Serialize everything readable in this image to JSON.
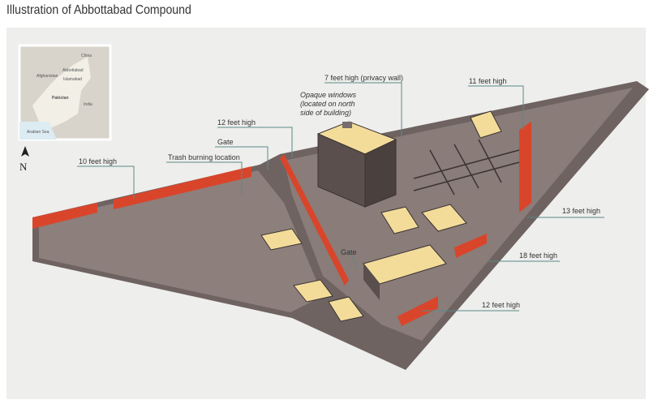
{
  "title": "Illustration of Abbottabad Compound",
  "map": {
    "labels": [
      "China",
      "Afghanistan",
      "Abbottabad",
      "Islamabad",
      "Pakistan",
      "India",
      "Arabian Sea"
    ]
  },
  "compass": "N",
  "callouts": {
    "privacy_wall": "7 feet high (privacy wall)",
    "windows_1": "Opaque windows",
    "windows_2": "(located on north",
    "windows_3": "side of building)",
    "wall_11": "11 feet high",
    "wall_12_top": "12 feet high",
    "gate_top": "Gate",
    "trash": "Trash burning location",
    "wall_10": "10 feet high",
    "wall_13": "13 feet high",
    "gate_bottom": "Gate",
    "wall_18": "18 feet high",
    "wall_12_bottom": "12 feet high"
  },
  "colors": {
    "wall_highlight": "#d9452b",
    "ground": "#8a7b78",
    "building_roof": "#f3dc9a",
    "outline": "#3a3433"
  }
}
